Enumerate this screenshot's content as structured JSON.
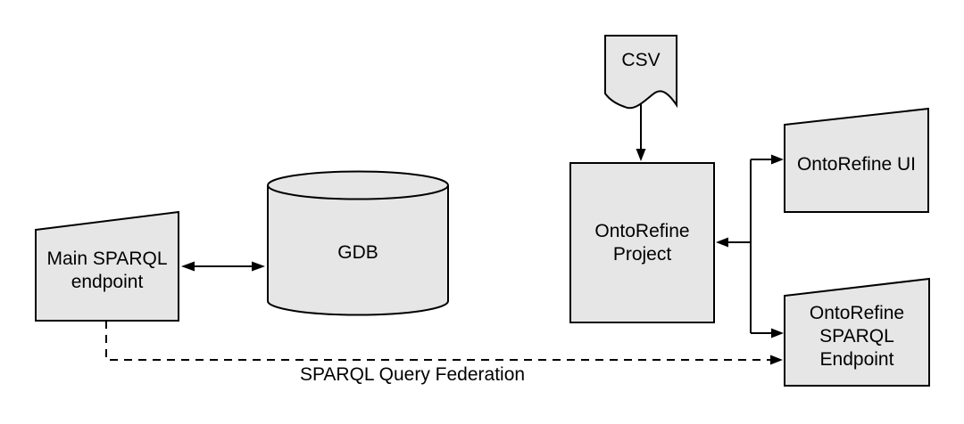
{
  "diagram": {
    "type": "flow-diagram",
    "background_color": "#ffffff",
    "colors": {
      "shape_fill": "#e6e6e6",
      "shape_stroke": "#000000",
      "text": "#000000"
    },
    "nodes": {
      "main_endpoint": {
        "label": "Main SPARQL endpoint",
        "shape": "slanted-rect"
      },
      "gdb": {
        "label": "GDB",
        "shape": "cylinder"
      },
      "csv": {
        "label": "CSV",
        "shape": "document"
      },
      "project": {
        "label": "OntoRefine Project",
        "shape": "rect"
      },
      "ui": {
        "label": "OntoRefine UI",
        "shape": "slanted-rect"
      },
      "sparql_endpoint": {
        "label": "OntoRefine SPARQL Endpoint",
        "shape": "slanted-rect"
      }
    },
    "edges": [
      {
        "from": "main_endpoint",
        "to": "gdb",
        "style": "solid",
        "arrows": "both",
        "label": ""
      },
      {
        "from": "csv",
        "to": "project",
        "style": "solid",
        "arrows": "end",
        "label": ""
      },
      {
        "from": "project",
        "to": "ui",
        "style": "solid",
        "arrows": "end",
        "label": ""
      },
      {
        "from": "ui-endpoint-bracket",
        "to": "project",
        "style": "solid",
        "arrows": "end",
        "label": ""
      },
      {
        "from": "project",
        "to": "sparql_endpoint",
        "style": "solid",
        "arrows": "end",
        "label": ""
      },
      {
        "from": "main_endpoint",
        "to": "sparql_endpoint",
        "style": "dashed",
        "arrows": "end",
        "label": "SPARQL Query Federation"
      }
    ]
  }
}
